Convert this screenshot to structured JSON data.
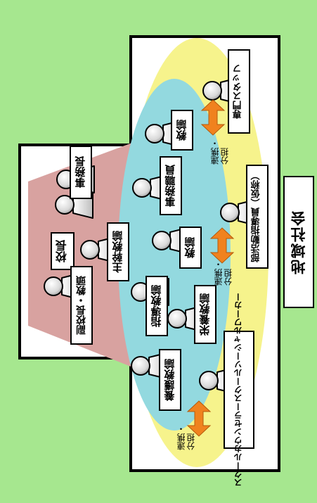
{
  "roles": {
    "kocho": "校長",
    "fukukocho": "副校長・教頭",
    "jimucho": "事務長",
    "shukan": "主幹教諭",
    "jimushokuin": "事務職員",
    "shido": "指導教諭",
    "kyoyu_lower": "教諭",
    "kyoyu_upper": "教諭",
    "eiyo": "栄養教諭",
    "yogo": "養護教諭",
    "counselor_line1": "スクールカウンセラー",
    "counselor_line2": "スクールソーシャルワーカー",
    "bukatsu": "部活動指導員（仮称）",
    "senmon": "専門スタッフ"
  },
  "cooperation": {
    "line1": "連携・",
    "line2": "分担"
  },
  "region_label": "地域社会",
  "colors": {
    "background": "#a6e78f",
    "management": "#d8a2a0",
    "teachers": "#93d9df",
    "staff": "#f6f38c",
    "arrow": "#f0821e"
  }
}
